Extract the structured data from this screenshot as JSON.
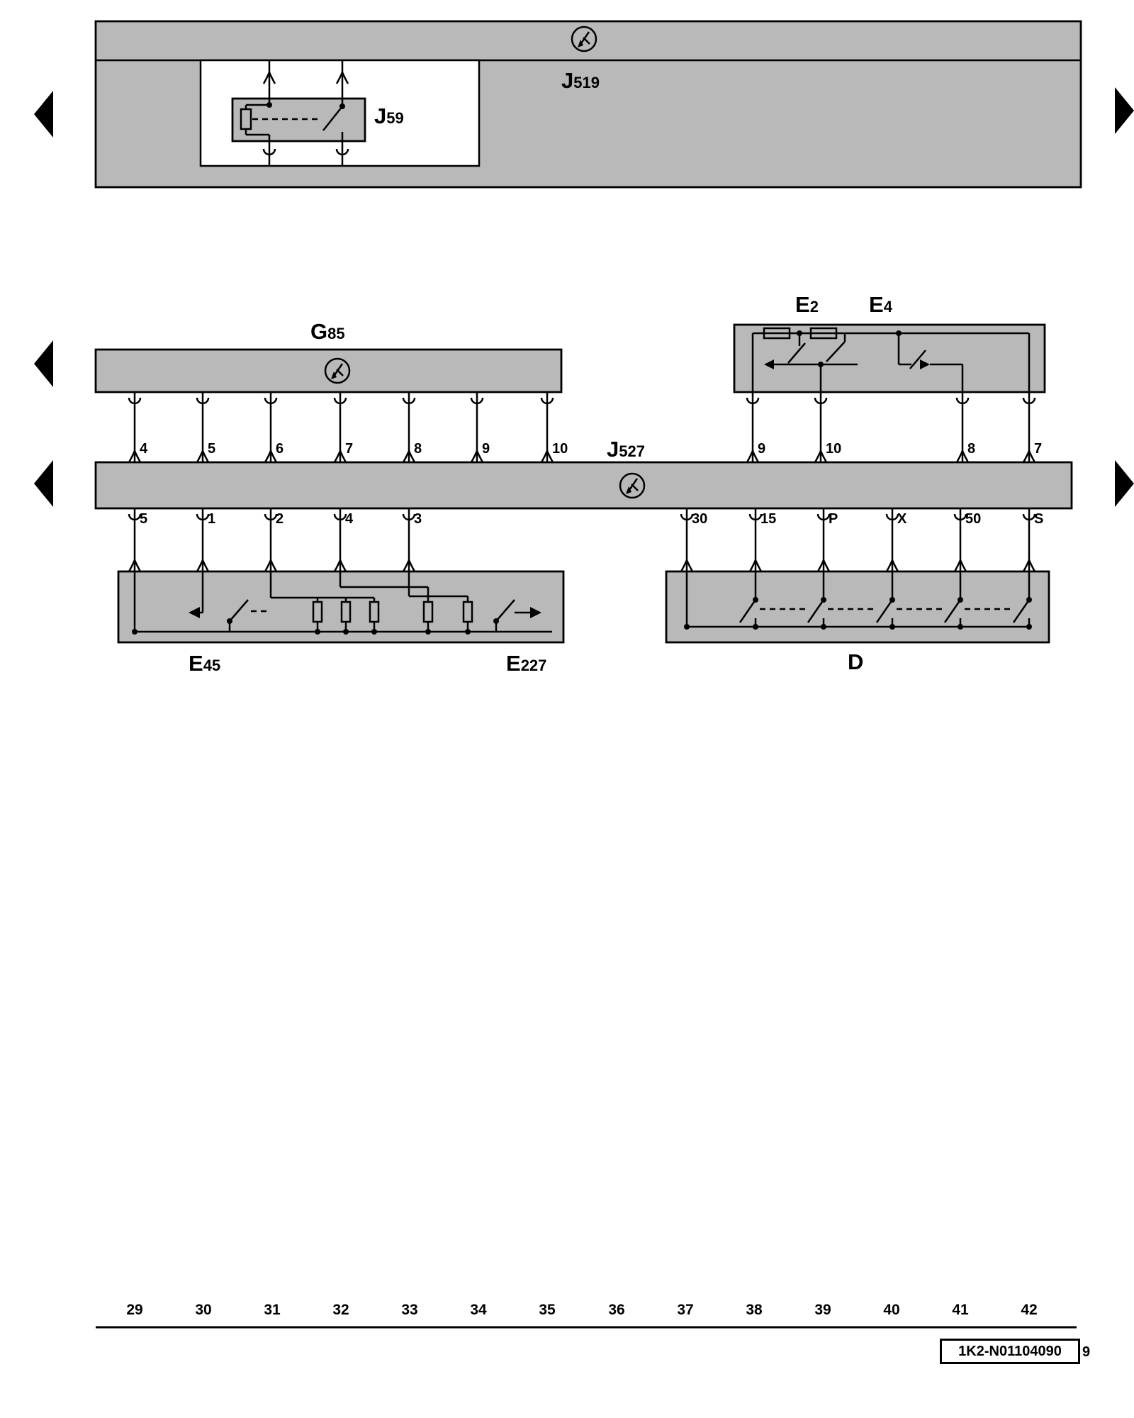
{
  "page": {
    "background": "#ffffff",
    "box_fill": "#b9b9b9",
    "line_color": "#000000",
    "doc_number": "1K2-N01104090",
    "doc_number_suffix": "9"
  },
  "components": {
    "j519": {
      "letter": "J",
      "index": "519"
    },
    "j59": {
      "letter": "J",
      "index": "59"
    },
    "g85": {
      "letter": "G",
      "index": "85"
    },
    "e2": {
      "letter": "E",
      "index": "2"
    },
    "e4": {
      "letter": "E",
      "index": "4"
    },
    "j527": {
      "letter": "J",
      "index": "527"
    },
    "e45": {
      "letter": "E",
      "index": "45"
    },
    "e227": {
      "letter": "E",
      "index": "227"
    },
    "d": {
      "letter": "D",
      "index": ""
    }
  },
  "j527_terminals": {
    "top_left": [
      "4",
      "5",
      "6",
      "7",
      "8",
      "9",
      "10"
    ],
    "top_right": [
      "9",
      "10",
      "8",
      "7"
    ],
    "bottom_left": [
      "5",
      "1",
      "2",
      "4",
      "3"
    ],
    "bottom_right": [
      "30",
      "15",
      "P",
      "X",
      "50",
      "S"
    ]
  },
  "tracks": [
    "29",
    "30",
    "31",
    "32",
    "33",
    "34",
    "35",
    "36",
    "37",
    "38",
    "39",
    "40",
    "41",
    "42"
  ],
  "icons": {
    "k_circle": "k-in-circle-icon",
    "continuation_left": "continuation-arrow-left-icon",
    "continuation_right": "continuation-arrow-right-icon",
    "connector_socket": "socket-connector-icon",
    "connector_pin": "pin-connector-icon"
  }
}
